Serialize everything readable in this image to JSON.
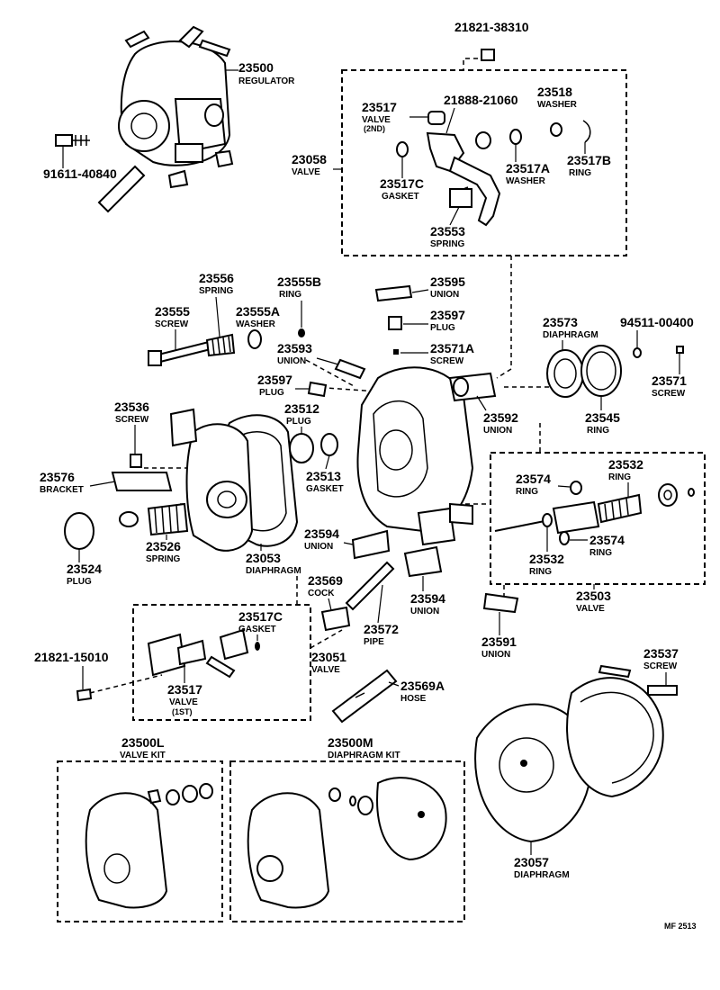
{
  "figure_code": "MF 2513",
  "callouts": [
    {
      "id": "c1",
      "number": "21821-38310",
      "name": ""
    },
    {
      "id": "c2",
      "number": "23500",
      "name": "REGULATOR"
    },
    {
      "id": "c3",
      "number": "23517",
      "name": "VALVE",
      "sub": "(2ND)"
    },
    {
      "id": "c4",
      "number": "21888-21060",
      "name": ""
    },
    {
      "id": "c5",
      "number": "23518",
      "name": "WASHER"
    },
    {
      "id": "c6",
      "number": "23058",
      "name": "VALVE"
    },
    {
      "id": "c7",
      "number": "23517C",
      "name": "GASKET"
    },
    {
      "id": "c8",
      "number": "23517A",
      "name": "WASHER"
    },
    {
      "id": "c9",
      "number": "23517B",
      "name": "RING"
    },
    {
      "id": "c10",
      "number": "91611-40840",
      "name": ""
    },
    {
      "id": "c11",
      "number": "23553",
      "name": "SPRING"
    },
    {
      "id": "c12",
      "number": "23556",
      "name": "SPRING"
    },
    {
      "id": "c13",
      "number": "23555B",
      "name": "RING"
    },
    {
      "id": "c14",
      "number": "23595",
      "name": "UNION"
    },
    {
      "id": "c15",
      "number": "23555",
      "name": "SCREW"
    },
    {
      "id": "c16",
      "number": "23555A",
      "name": "WASHER"
    },
    {
      "id": "c17",
      "number": "23597",
      "name": "PLUG"
    },
    {
      "id": "c18",
      "number": "23573",
      "name": "DIAPHRAGM"
    },
    {
      "id": "c19",
      "number": "94511-00400",
      "name": ""
    },
    {
      "id": "c20",
      "number": "23593",
      "name": "UNION"
    },
    {
      "id": "c21",
      "number": "23571A",
      "name": "SCREW"
    },
    {
      "id": "c22",
      "number": "23597",
      "name": "PLUG"
    },
    {
      "id": "c23",
      "number": "23571",
      "name": "SCREW"
    },
    {
      "id": "c24",
      "number": "23536",
      "name": "SCREW"
    },
    {
      "id": "c25",
      "number": "23512",
      "name": "PLUG"
    },
    {
      "id": "c26",
      "number": "23592",
      "name": "UNION"
    },
    {
      "id": "c27",
      "number": "23545",
      "name": "RING"
    },
    {
      "id": "c28",
      "number": "23576",
      "name": "BRACKET"
    },
    {
      "id": "c29",
      "number": "23513",
      "name": "GASKET"
    },
    {
      "id": "c30",
      "number": "23574",
      "name": "RING"
    },
    {
      "id": "c31",
      "number": "23532",
      "name": "RING"
    },
    {
      "id": "c32",
      "number": "23594",
      "name": "UNION"
    },
    {
      "id": "c33",
      "number": "23526",
      "name": "SPRING"
    },
    {
      "id": "c34",
      "number": "23524",
      "name": "PLUG"
    },
    {
      "id": "c35",
      "number": "23053",
      "name": "DIAPHRAGM"
    },
    {
      "id": "c36",
      "number": "23532",
      "name": "RING"
    },
    {
      "id": "c37",
      "number": "23574",
      "name": "RING"
    },
    {
      "id": "c38",
      "number": "23569",
      "name": "COCK"
    },
    {
      "id": "c39",
      "number": "23594",
      "name": "UNION"
    },
    {
      "id": "c40",
      "number": "23503",
      "name": "VALVE"
    },
    {
      "id": "c41",
      "number": "23517C",
      "name": "GASKET"
    },
    {
      "id": "c42",
      "number": "23572",
      "name": "PIPE"
    },
    {
      "id": "c43",
      "number": "23591",
      "name": "UNION"
    },
    {
      "id": "c44",
      "number": "21821-15010",
      "name": ""
    },
    {
      "id": "c45",
      "number": "23051",
      "name": "VALVE"
    },
    {
      "id": "c46",
      "number": "23537",
      "name": "SCREW"
    },
    {
      "id": "c47",
      "number": "23517",
      "name": "VALVE",
      "sub": "(1ST)"
    },
    {
      "id": "c48",
      "number": "23569A",
      "name": "HOSE"
    },
    {
      "id": "c49",
      "number": "23500L",
      "name": "VALVE KIT"
    },
    {
      "id": "c50",
      "number": "23500M",
      "name": "DIAPHRAGM KIT"
    },
    {
      "id": "c51",
      "number": "23057",
      "name": "DIAPHRAGM"
    }
  ]
}
